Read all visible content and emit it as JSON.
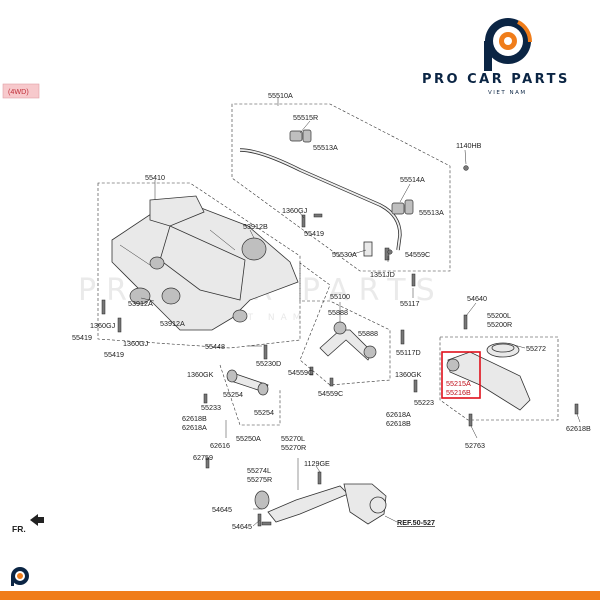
{
  "brand": {
    "name": "PRO CAR PARTS",
    "tagline": "VIET NAM",
    "watermark": "PRO CAR PARTS",
    "watermark_sub": "VIET NAM",
    "orange": "#f07d1a",
    "navy": "#0b2544"
  },
  "variant_tag": "(4WD)",
  "direction_label": "FR.",
  "reference_label": "REF.50-527",
  "highlight_color": "#e0101c",
  "callouts": {
    "c55510A": "55510A",
    "c55515R": "55515R",
    "c55513A_1": "55513A",
    "c1140HB": "1140HB",
    "c55514A": "55514A",
    "c55513A_2": "55513A",
    "c55410": "55410",
    "c1360GJ_top": "1360GJ",
    "c55419_top": "55419",
    "c53912B": "53912B",
    "c55530A": "55530A",
    "c54559C_r": "54559C",
    "c1351JD": "1351JD",
    "c55100": "55100",
    "c55117": "55117",
    "c54640": "54640",
    "c55200L": "55200L",
    "c55200R": "55200R",
    "c55888_1": "55888",
    "c55888_2": "55888",
    "c55272": "55272",
    "c53912A_1": "53912A",
    "c53912A_2": "53912A",
    "c1360GJ_1": "1360GJ",
    "c1360GJ_2": "1360GJ",
    "c55419_1": "55419",
    "c55419_2": "55419",
    "c55448": "55448",
    "c55230D": "55230D",
    "c54559C_m": "54559C",
    "c54559C_b": "54559C",
    "c55117D": "55117D",
    "c1360GK_l": "1360GK",
    "c1360GK_r": "1360GK",
    "c55254_1": "55254",
    "c55254_2": "55254",
    "c55233": "55233",
    "c55223": "55223",
    "c55215A": "55215A",
    "c55216B": "55216B",
    "c62618B_1": "62618B",
    "c62618A_1": "62618A",
    "c62616": "62616",
    "c55250A": "55250A",
    "c62618A_2": "62618A",
    "c62618B_2": "62618B",
    "c62618B_3": "62618B",
    "c52763": "52763",
    "c62759": "62759",
    "c55270L": "55270L",
    "c55270R": "55270R",
    "c1129GE": "1129GE",
    "c55274L": "55274L",
    "c55275R": "55275R",
    "c54645_1": "54645",
    "c54645_2": "54645"
  }
}
